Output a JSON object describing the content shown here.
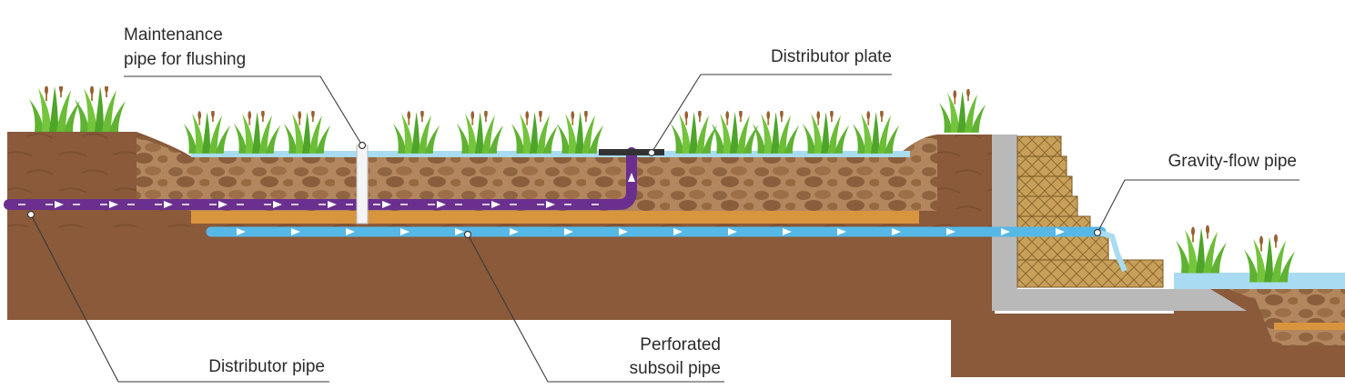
{
  "labels": {
    "maintenance_line1": "Maintenance",
    "maintenance_line2": "pipe for flushing",
    "distributor_plate": "Distributor plate",
    "gravity_flow_pipe": "Gravity-flow pipe",
    "distributor_pipe": "Distributor pipe",
    "perforated_line1": "Perforated",
    "perforated_line2": "subsoil pipe"
  },
  "colors": {
    "soil": "#8a5a3a",
    "gravel": "#b2865e",
    "sand": "#d9953e",
    "water": "#a9dcf2",
    "distributor_pipe": "#6a2f8f",
    "subsoil_pipe": "#56b8e6",
    "concrete": "#b9b9b9",
    "gabion": "#c9a05a",
    "grass": "#5fb232"
  }
}
